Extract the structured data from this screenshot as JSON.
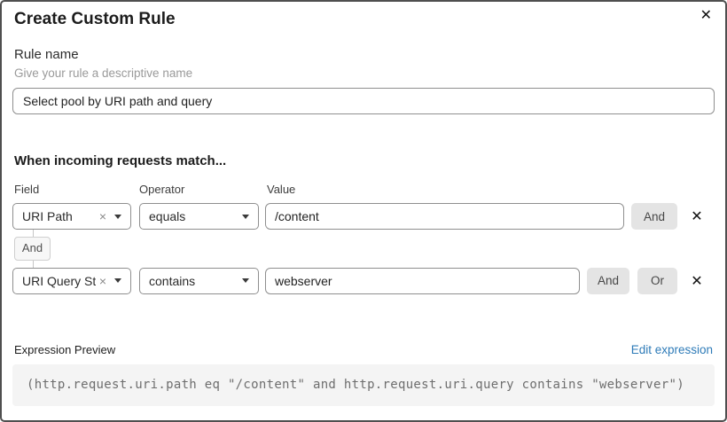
{
  "dialog": {
    "title": "Create Custom Rule"
  },
  "icons": {
    "close": "✕",
    "remove": "✕",
    "clear": "×"
  },
  "rule_name": {
    "label": "Rule name",
    "helper": "Give your rule a descriptive name",
    "value": "Select pool by URI path and query"
  },
  "match_section": {
    "heading": "When incoming requests match...",
    "columns": {
      "field": "Field",
      "operator": "Operator",
      "value": "Value"
    },
    "connector": "And",
    "rows": [
      {
        "field": "URI Path",
        "operator": "equals",
        "value": "/content",
        "buttons": [
          "And"
        ]
      },
      {
        "field": "URI Query St...",
        "operator": "contains",
        "value": "webserver",
        "buttons": [
          "And",
          "Or"
        ]
      }
    ]
  },
  "expression": {
    "label": "Expression Preview",
    "edit_link": "Edit expression",
    "code": "(http.request.uri.path eq \"/content\" and http.request.uri.query contains \"webserver\")"
  },
  "colors": {
    "link_blue": "#2e7bb8",
    "button_bg": "#e4e4e4",
    "code_bg": "#f4f4f4",
    "input_border": "#8f8f8f",
    "connector_bg": "#f7f7f7"
  }
}
